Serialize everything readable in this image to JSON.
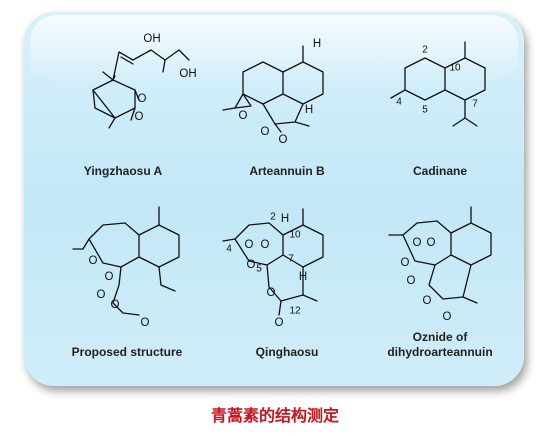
{
  "panel": {
    "structures": [
      {
        "name": "Yingzhaosu A"
      },
      {
        "name": "Arteannuin B"
      },
      {
        "name": "Cadinane"
      },
      {
        "name": "Proposed structure"
      },
      {
        "name": "Qinghaosu"
      },
      {
        "name": "Oznide of",
        "name_line2": "dihydroarteannuin"
      }
    ],
    "atom_labels": {
      "oh": "OH",
      "h": "H",
      "o": "O",
      "cadinane_numbers": [
        "2",
        "10",
        "4",
        "5",
        "7"
      ],
      "qinghaosu_numbers": [
        "2",
        "10",
        "4",
        "5",
        "7",
        "12"
      ]
    }
  },
  "footer": {
    "caption": "青蒿素的结构测定"
  },
  "colors": {
    "caption": "#c8141e",
    "panel_background": "#c9eaf8"
  }
}
